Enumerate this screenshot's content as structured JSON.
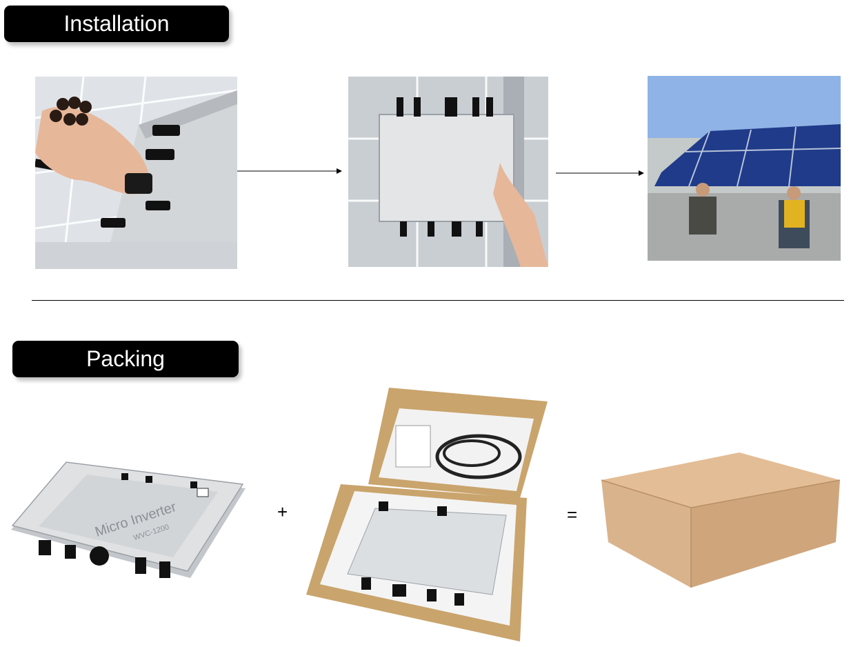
{
  "sections": {
    "installation": {
      "title": "Installation"
    },
    "packing": {
      "title": "Packing"
    }
  },
  "packing_row": {
    "plus_symbol": "+",
    "equals_symbol": "="
  },
  "product": {
    "label": "Micro Inverter",
    "model": "WVC-1200"
  }
}
